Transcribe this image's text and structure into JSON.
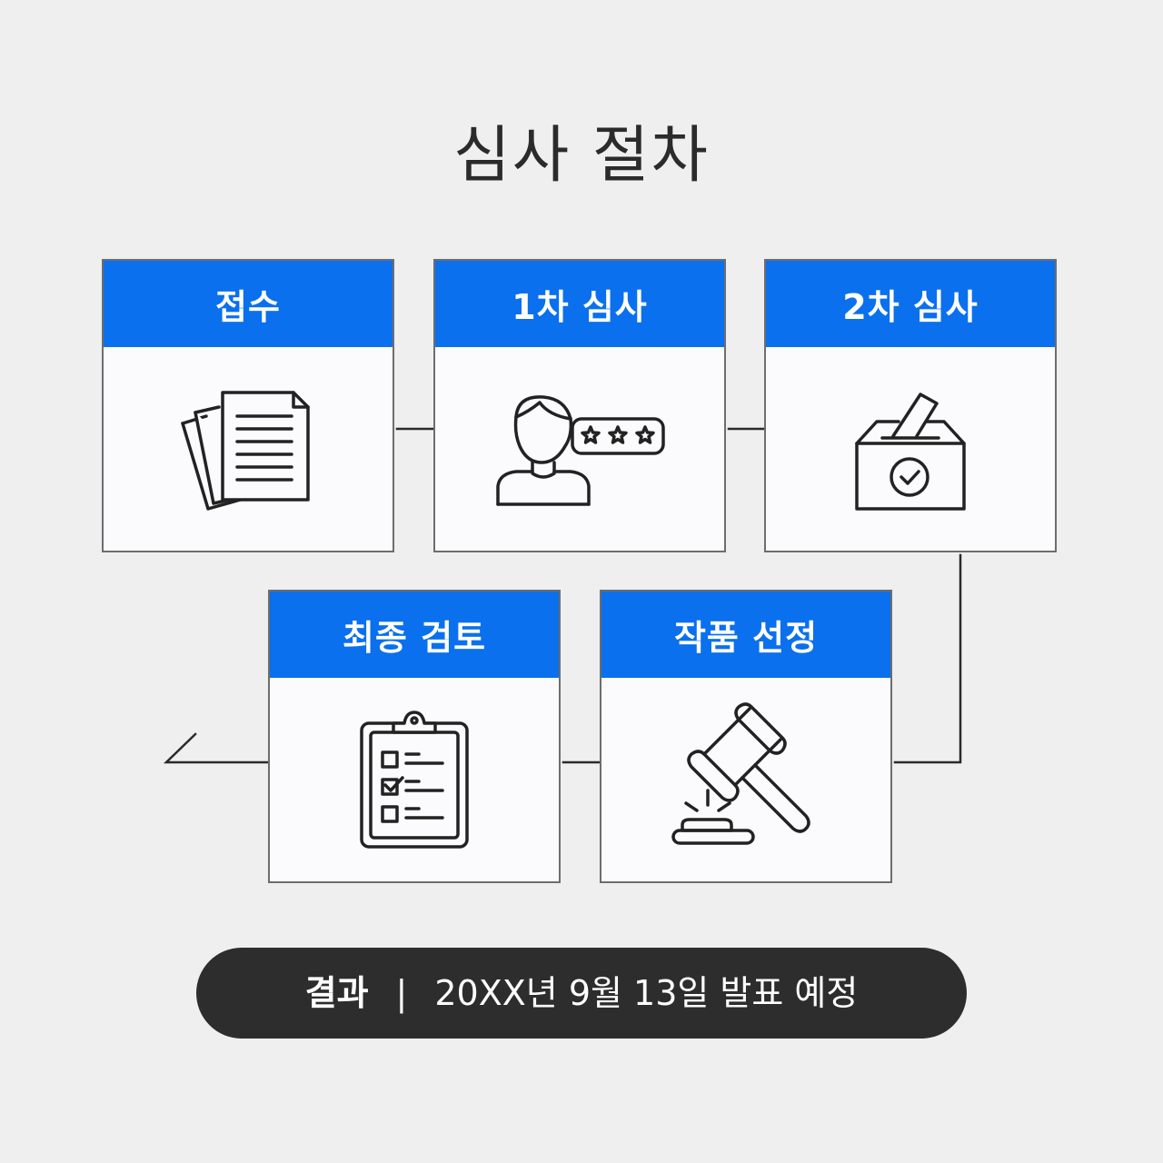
{
  "title": "심사 절차",
  "steps": [
    {
      "label": "접수",
      "icon": "documents-icon"
    },
    {
      "label": "1차 심사",
      "icon": "reviewer-rating-icon"
    },
    {
      "label": "2차 심사",
      "icon": "ballot-box-icon"
    },
    {
      "label": "최종 검토",
      "icon": "clipboard-checklist-icon"
    },
    {
      "label": "작품 선정",
      "icon": "gavel-icon"
    }
  ],
  "result": {
    "label": "결과",
    "separator": "|",
    "text": "20XX년 9월 13일 발표 예정"
  },
  "colors": {
    "background": "#efefef",
    "header": "#0a70ee",
    "line": "#2a2a2a",
    "result_bar": "#2d2d2d"
  }
}
